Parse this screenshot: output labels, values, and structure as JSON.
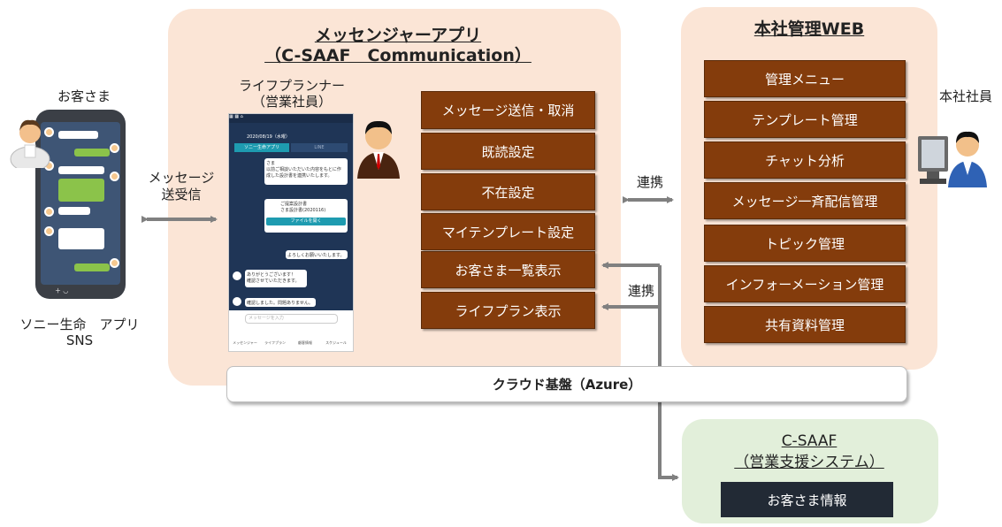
{
  "left": {
    "customer_label": "お客さま",
    "app_label_1": "ソニー生命　アプリ",
    "app_label_2": "SNS",
    "link_label_1": "メッセージ",
    "link_label_2": "送受信"
  },
  "messenger": {
    "title_1": "メッセンジャーアプリ",
    "title_2": "（C-SAAF　Communication）",
    "planner_1": "ライフプランナー",
    "planner_2": "（営業社員）",
    "functions": [
      "メッセージ送信・取消",
      "既読設定",
      "不在設定",
      "マイテンプレート設定",
      "お客さま一覧表示",
      "ライフプラン表示"
    ]
  },
  "link_center": "連携",
  "link_lower": "連携",
  "hq": {
    "title": "本社管理WEB",
    "staff_label": "本社社員",
    "functions": [
      "管理メニュー",
      "テンプレート管理",
      "チャット分析",
      "メッセージ一斉配信管理",
      "トピック管理",
      "インフォーメーション管理",
      "共有資料管理"
    ]
  },
  "cloud_label": "クラウド基盤（Azure）",
  "csaaf": {
    "title_1": "C-SAAF",
    "title_2": "（営業支援システム）",
    "item": "お客さま情報"
  },
  "mock_phone": {
    "tab_active": "ソニー生命アプリ",
    "tab_inactive": "LINE",
    "date": "2020/08/19（水曜）",
    "msg1_1": "さま",
    "msg1_2": "以前ご相談いただいた内容をもとに作",
    "msg1_3": "成した設計書を連携いたします。",
    "card_title": "ご提案設計書",
    "card_sub": "さま設計書(2020116)",
    "card_button": "ファイルを開く",
    "msg2": "よろしくお願いいたします。",
    "msg3_1": "ありがとうございます！",
    "msg3_2": "確認させていただきます。",
    "msg4": "確認しました。問題ありません。",
    "input_placeholder": "メッセージを入力",
    "nav": [
      "メッセンジャー",
      "ライフプラン",
      "顧客情報",
      "スケジュール"
    ]
  },
  "colors": {
    "peach_panel": "#fbe5d6",
    "green_panel": "#e2efda",
    "function_box": "#843c0c",
    "navy_box": "#222a35",
    "arrow": "#808080"
  }
}
